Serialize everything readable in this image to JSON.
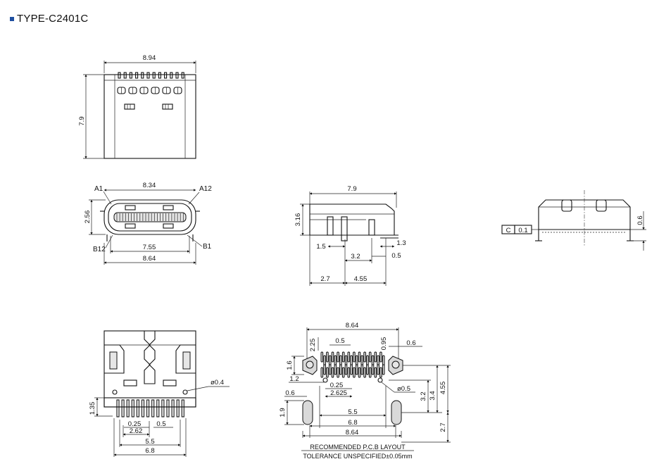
{
  "header": {
    "title": "TYPE-C2401C"
  },
  "top_view": {
    "width_dim": "8.94",
    "height_dim": "7.9"
  },
  "front_view": {
    "width_top_dim": "8.34",
    "height_dim": "2.56",
    "inner_width_dim": "7.55",
    "width_bottom_dim": "8.64",
    "pin_a1": "A1",
    "pin_a12": "A12",
    "pin_b12": "B12",
    "pin_b1": "B1"
  },
  "side_view": {
    "length_dim": "7.9",
    "height_dim": "3.16",
    "d_1_5": "1.5",
    "d_1_3": "1.3",
    "d_3_2": "3.2",
    "d_0_5": "0.5",
    "d_2_7": "2.7",
    "d_4_55": "4.55"
  },
  "end_view": {
    "flatness_datum": "C",
    "flatness_value": "0.1",
    "height_dim": "0.6"
  },
  "bottom_view": {
    "hole_dim": "ø0.4",
    "standoff_dim": "1.35",
    "pitch_dim": "0.25",
    "pad_dim": "0.5",
    "span_a": "2.62",
    "span_b": "5.5",
    "total_width": "6.8"
  },
  "pcb_layout": {
    "width_top": "8.64",
    "d_2_25": "2.25",
    "d_0_5": "0.5",
    "d_0_95": "0.95",
    "d_0_6_top": "0.6",
    "d_1_6": "1.6",
    "d_1_2": "1.2",
    "d_0_25": "0.25",
    "d_2_625": "2.625",
    "hole_dim": "ø0.5",
    "d_0_6_left": "0.6",
    "d_1_9": "1.9",
    "d_5_5": "5.5",
    "d_6_8": "6.8",
    "width_bottom": "8.64",
    "d_3_2": "3.2",
    "d_3_4": "3.4",
    "d_4_55": "4.55",
    "d_2_7": "2.7",
    "caption": "RECOMMENDED P.C.B LAYOUT",
    "tolerance": "TOLERANCE UNSPECIFIED±0.05mm"
  }
}
